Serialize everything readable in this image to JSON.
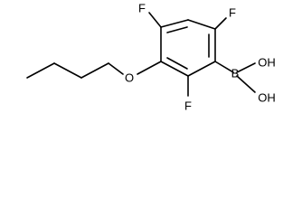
{
  "structure": {
    "atoms": {
      "f_top_left": "F",
      "f_top_right": "F",
      "f_bottom": "F",
      "oxygen": "O",
      "boron": "B",
      "oh_top": "OH",
      "oh_bottom": "OH"
    }
  },
  "colors": {
    "bond": "#000000",
    "label": "#000000",
    "background": "#ffffff"
  }
}
